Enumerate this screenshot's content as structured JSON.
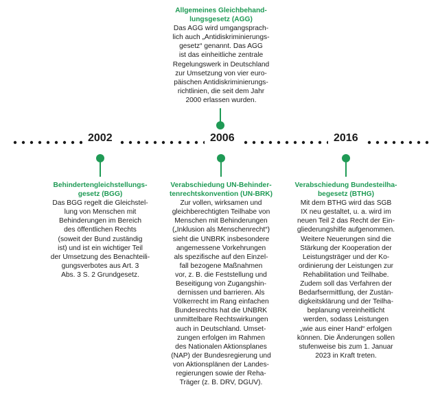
{
  "timeline": {
    "accent_color": "#1f9a55",
    "years": [
      "2002",
      "2006",
      "2016"
    ],
    "top_event": {
      "title": "Allgemeines Gleichbehand-\nlungsgesetz (AGG)",
      "body": "Das AGG wird umgangsprach-\nlich auch „Antidiskriminierungs-\ngesetz“ genannt. Das AGG\nist das einheitliche zentrale\nRegelungswerk in Deutschland\nzur Umsetzung von vier euro-\npäischen Antidiskriminierungs-\nrichtlinien, die seit dem Jahr\n2000 erlassen wurden."
    },
    "events": [
      {
        "title": "Behindertengleichstellungs-\ngesetz (BGG)",
        "body": "Das BGG regelt die Gleichstel-\nlung von Menschen mit\nBehinderungen im Bereich\ndes öffentlichen Rechts\n(soweit der Bund zuständig\nist) und ist ein wichtiger Teil\nder Umsetzung des Benachteili-\ngungsverbotes aus Art. 3\nAbs. 3 S. 2 Grundgesetz."
      },
      {
        "title": "Verabschiedung UN-Behinder-\ntenrechtskonvention (UN-BRK)",
        "body": "Zur vollen, wirksamen und\ngleichberechtigten Teilhabe von\nMenschen mit Behinderungen\n(„Inklusion als Menschenrecht“)\nsieht die UNBRK insbesondere\nangemessene Vorkehrungen\nals spezifische auf den Einzel-\nfall bezogene Maßnahmen\nvor, z. B. die Feststellung und\nBeseitigung von Zugangshin-\ndernissen und barrieren. Als\nVölkerrecht im Rang einfachen\nBundesrechts hat die UNBRK\nunmittelbare Rechtswirkungen\nauch in Deutschland. Umset-\nzungen erfolgen im Rahmen\ndes Nationalen Aktionsplanes\n(NAP) der Bundesregierung und\nvon Aktionsplänen der Landes-\nregierungen sowie der Reha-\nTräger (z. B. DRV, DGUV)."
      },
      {
        "title": "Verabschiedung Bundesteilha-\nbegesetz (BTHG)",
        "body": "Mit dem BTHG wird das SGB\nIX neu gestaltet, u. a. wird im\nneuen Teil 2 das Recht der Ein-\ngliederungshilfe aufgenommen.\nWeitere Neuerungen sind die\nStärkung der Kooperation der\nLeistungsträger und der Ko-\nordinierung der Leistungen zur\nRehabilitation und Teilhabe.\nZudem soll das Verfahren der\nBedarfsermittlung, der Zustän-\ndigkeitsklärung und der Teilha-\nbeplanung vereinheitlicht\nwerden, sodass Leistungen\n„wie aus einer Hand“ erfolgen\nkönnen. Die Änderungen sollen\nstufenweise bis zum 1. Januar\n2023 in Kraft treten."
      }
    ]
  }
}
